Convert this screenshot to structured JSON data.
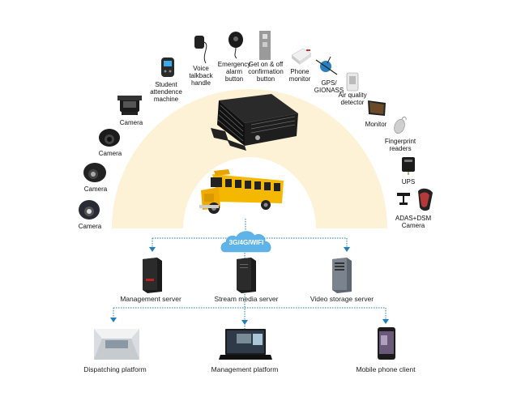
{
  "diagram": {
    "network_label": "3G/4G/WIFI",
    "colors": {
      "arc_fill": "#fdf1d6",
      "connector": "#1f7fc0",
      "cloud_fill": "#5eb4e8",
      "bus_yellow": "#f5b800",
      "device_black": "#1b1b1b"
    },
    "vehicle_peripherals": [
      {
        "id": "camera-rear",
        "label": "Camera"
      },
      {
        "id": "camera-dome-1",
        "label": "Camera"
      },
      {
        "id": "camera-dome-2",
        "label": "Camera"
      },
      {
        "id": "camera-dome-3",
        "label": "Camera"
      },
      {
        "id": "student-attendance",
        "label": "Student\nattendence\nmachine"
      },
      {
        "id": "voice-talkback",
        "label": "Voice\ntalkback\nhandle"
      },
      {
        "id": "emergency-alarm",
        "label": "Emergency\nalarm\nbutton"
      },
      {
        "id": "get-on-off",
        "label": "Get on & off\nconfirmation\nbutton"
      },
      {
        "id": "phone-monitor",
        "label": "Phone\nmonitor"
      },
      {
        "id": "gps",
        "label": "GPS/\nGIONASS"
      },
      {
        "id": "air-quality",
        "label": "Air quality\ndetector"
      },
      {
        "id": "monitor",
        "label": "Monitor"
      },
      {
        "id": "fingerprint",
        "label": "Fingerprint\nreaders"
      },
      {
        "id": "ups",
        "label": "UPS"
      },
      {
        "id": "adas-dsm",
        "label": "ADAS+DSM\nCamera"
      }
    ],
    "servers": [
      {
        "id": "management-server",
        "label": "Management server"
      },
      {
        "id": "stream-media-server",
        "label": "Stream media server"
      },
      {
        "id": "video-storage-server",
        "label": "Video storage server"
      }
    ],
    "clients": [
      {
        "id": "dispatching-platform",
        "label": "Dispatching platform"
      },
      {
        "id": "management-platform",
        "label": "Management platform"
      },
      {
        "id": "mobile-phone-client",
        "label": "Mobile phone client"
      }
    ]
  }
}
